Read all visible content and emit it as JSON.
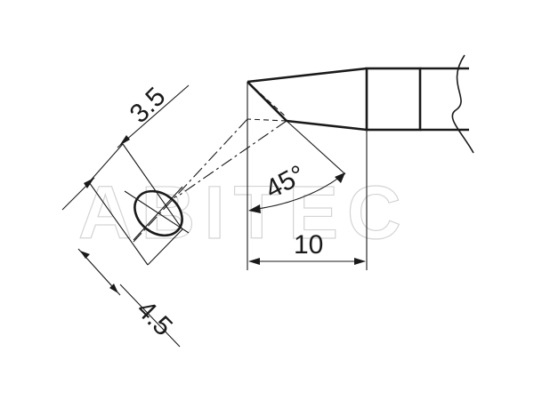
{
  "dimensions": {
    "flat_width": "3.5",
    "blade_thickness": "4.5",
    "angle": "45°",
    "tip_length": "10"
  },
  "watermark": "ABITEC",
  "colors": {
    "line": "#1a1a1a",
    "watermark": "#d4d4d4",
    "background": "#ffffff"
  }
}
